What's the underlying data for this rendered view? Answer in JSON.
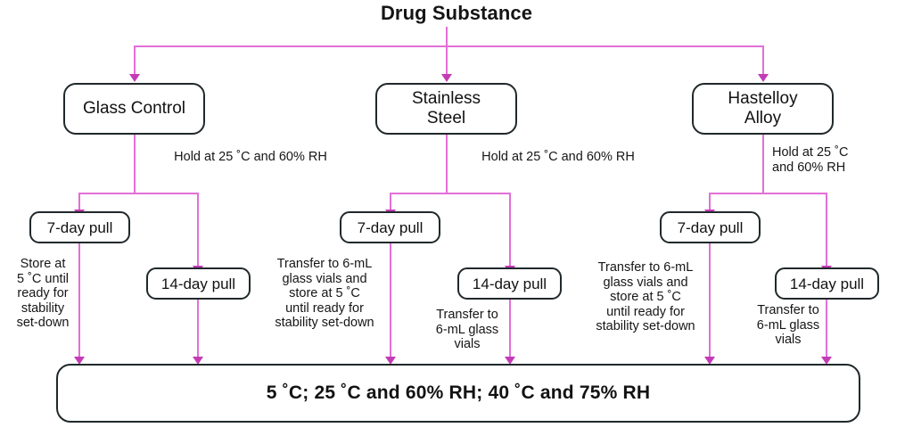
{
  "diagram": {
    "title": "Drug Substance",
    "type": "flowchart",
    "accent_color": "#e26fd6",
    "arrow_color": "#c43bb6",
    "box_border_color": "#20282b",
    "background": "#ffffff"
  },
  "materials": [
    {
      "id": "glass-control",
      "label": "Glass Control"
    },
    {
      "id": "stainless-steel",
      "label": "Stainless\nSteel"
    },
    {
      "id": "hastelloy-alloy",
      "label": "Hastelloy\nAlloy"
    }
  ],
  "hold_labels": {
    "glass_control": "Hold at 25 ˚C and 60% RH",
    "stainless_steel": "Hold at 25 ˚C and 60% RH",
    "hastelloy_alloy": "Hold at 25 ˚C\nand 60% RH"
  },
  "pulls": {
    "seven_day": "7-day pull",
    "fourteen_day": "14-day pull"
  },
  "handling_notes": {
    "glass_7day": "Store at\n5 ˚C until\nready for\nstability\nset-down",
    "glass_14day": "Transfer to 6-mL\nglass vials and\nstore at 5 ˚C\nuntil ready for\nstability set-down",
    "stainless_14day": "Transfer to\n6-mL glass\nvials",
    "hastelloy_7day": "Transfer to 6-mL\nglass vials and\nstore at 5 ˚C\nuntil ready for\nstability set-down",
    "hastelloy_14day": "Transfer to\n6-mL glass\nvials"
  },
  "storage_conditions": {
    "label": "5 ˚C; 25 ˚C and 60% RH; 40 ˚C and 75% RH"
  }
}
